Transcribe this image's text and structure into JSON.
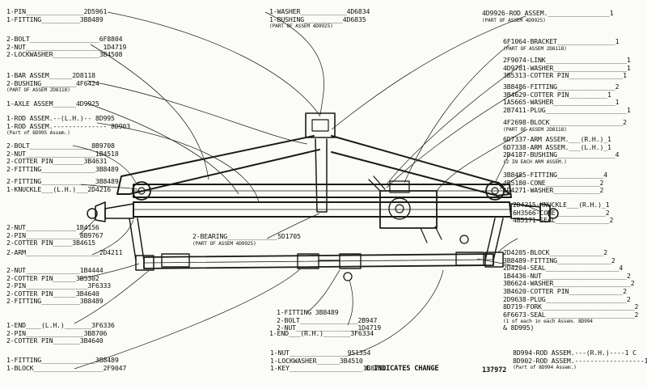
{
  "figure_number": "137972",
  "change_note": "C INDICATES CHANGE",
  "left": [
    {
      "id": "l1",
      "lines": [
        "1-PIN_______________2D5961",
        "1-FITTING__________3B8489"
      ]
    },
    {
      "id": "l2",
      "lines": [
        "2-BOLT__________________6F8804",
        "2-NUT____________________1D4719",
        "2-LOCKWASHER____________3B4508"
      ]
    },
    {
      "id": "l3",
      "lines": [
        "1-BAR ASSEM______2D8118",
        "2-BUSHING_________4F6424",
        "(PART OF ASSEM 2D8118)"
      ]
    },
    {
      "id": "l4",
      "lines": [
        "1-AXLE ASSEM______4D9925"
      ]
    },
    {
      "id": "l5",
      "lines": [
        "1-ROD ASSEM.--(L.H.)-- 8D995",
        "1-ROD ASSEM.-------------- 8D903",
        "(Part of 8D995 Assem.)"
      ]
    },
    {
      "id": "l6",
      "lines": [
        "2-BOLT________________8B9708",
        "2-NUT__________________1B4518",
        "2-COTTER PIN________3B4631",
        "2-FITTING______________3B8489"
      ]
    },
    {
      "id": "l7",
      "lines": [
        "2-FITTING______________3B8489",
        "1-KNUCKLE___(L.H.)___2D4216"
      ]
    },
    {
      "id": "l8",
      "lines": [
        "2-NUT_____________1B4156",
        "2-PIN______________8B9767",
        "2-COTTER PIN_____3B4615"
      ]
    },
    {
      "id": "l9",
      "lines": [
        "2-ARM___________________2D4211"
      ]
    },
    {
      "id": "l10",
      "lines": [
        "2-NUT______________1B4444",
        "2-COTTER PIN______3B5302",
        "2-PIN________________3F6333",
        "2-COTTER PIN______3B4640",
        "2-FITTING__________3B8489"
      ]
    },
    {
      "id": "l11",
      "lines": [
        "1-END____(L.H.)_______3F6336",
        "2-PIN_______________3B8706",
        "2-COTTER PIN_______3B4640"
      ]
    },
    {
      "id": "l12",
      "lines": [
        "1-FITTING______________3B8489",
        "1-BLOCK__________________2F9047"
      ]
    }
  ],
  "center": [
    {
      "id": "c1",
      "lines": [
        "1-WASHER____________4D6834",
        "1-BUSHING__________4D6835",
        "(PART OF ASSEM 4D9925)"
      ]
    },
    {
      "id": "c2",
      "lines": [
        "2-BEARING_____________5D1705",
        "(PART OF ASSEM 4D9925)"
      ]
    },
    {
      "id": "c3",
      "lines": [
        "1-FITTING 3B8489",
        "2-BOLT_______________2B947",
        "2-NUT________________1D4719"
      ]
    },
    {
      "id": "c4",
      "lines": [
        "1-END___(R.H.)_______3F6334"
      ]
    },
    {
      "id": "c5",
      "lines": [
        "1-NUT_______________951354",
        "1-LOCKWASHER______3B4510",
        "1-KEY___________________1B8714"
      ]
    }
  ],
  "right": [
    {
      "id": "r1",
      "lines": [
        "4D9926-ROD ASSEM.________________1",
        "(PART OF ASSEM 4D9925)"
      ]
    },
    {
      "id": "r2",
      "lines": [
        "6F1064-BRACKET_______________1",
        "(PART OF ASSEM 2D8118)"
      ]
    },
    {
      "id": "r3",
      "lines": [
        "2F9074-LINK_____________________1",
        "4D9781-WASHER___________________1",
        "3B5313-COTTER PIN______________1"
      ]
    },
    {
      "id": "r4",
      "lines": [
        "3B8486-FITTING_______________2",
        "3B4629-COTTER PIN__________1",
        "1A5665-WASHER________________1",
        "2B7411-PLUG_____________________1"
      ]
    },
    {
      "id": "r5",
      "lines": [
        "4F2698-BLOCK___________________2",
        "(PART OF ASSEM 2D8118)"
      ]
    },
    {
      "id": "r6",
      "lines": [
        "6D7337-ARM ASSEM.___(R.H.)_1",
        "6D7338-ARM ASSEM.___(L.H.)_1",
        "2D4187-BUSHING_______________4",
        "(2 IN EACH ARM ASSEM.)"
      ]
    },
    {
      "id": "r7",
      "lines": [
        "3B8485-FITTING____________4",
        "4B5180-CONE______________2",
        "1D4271-WASHER____________2"
      ]
    },
    {
      "id": "r8",
      "lines": [
        "2D4215-KNUCKLE___(R.H.)_1",
        "6H3566-CONE_____________2",
        "4B5171-SEAL______________2"
      ]
    },
    {
      "id": "r9",
      "lines": [
        "2D4205-BLOCK______________2",
        "3B8489-FITTING______________2",
        "2D4204-SEAL___________________4",
        "1B4436-NUT______________________2",
        "3B6624-WASHER____________________2",
        "3B4620-COTTER PIN______________2",
        "2D9638-PLUG_____________________2",
        "8D719-FORK________________________2",
        "6F6673-SEAL_______________________2",
        "(1 of each in each Assem. 8D994",
        "& 8D995)"
      ]
    },
    {
      "id": "r10",
      "lines": [
        "8D994-ROD ASSEM.---(R.H.)----1 C",
        "8D902-ROD ASSEM.------------------1",
        "(Part of 8D994 Assem.)"
      ]
    }
  ]
}
